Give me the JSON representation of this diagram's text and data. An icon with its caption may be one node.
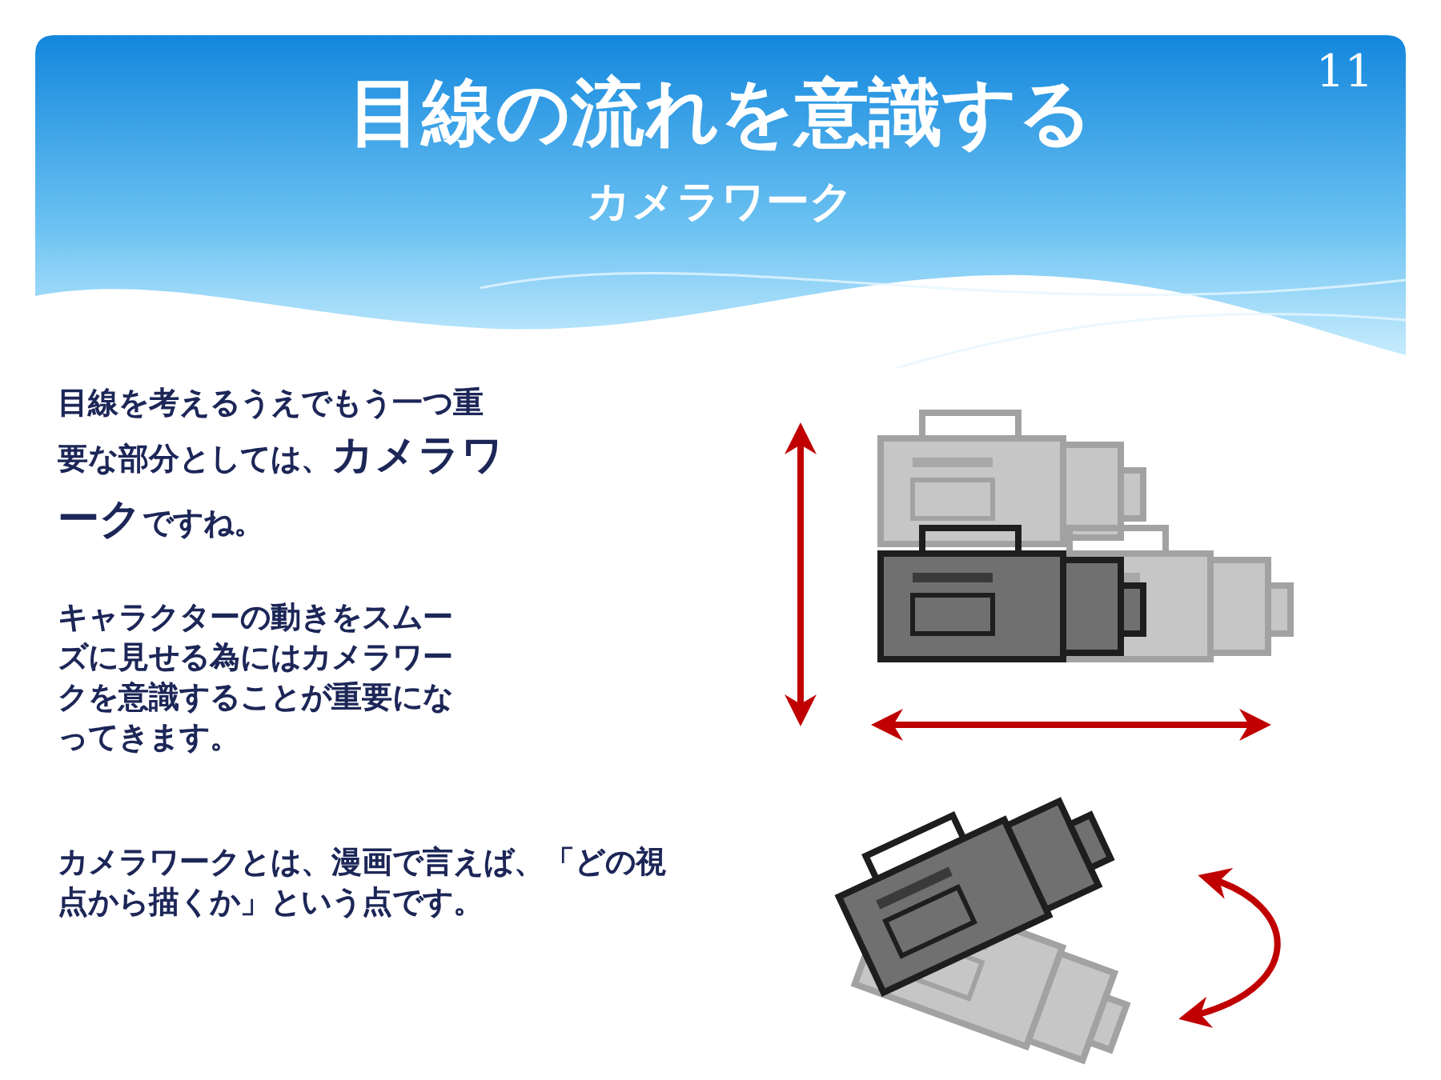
{
  "diagram": {
    "title": "目線の流れを意識する",
    "labels": [
      "11",
      "カメラワーク",
      "目線を考えるうえでもう一つ重要な部分としては、**カメラワーク**ですね。",
      "キャラクターの動きをスムーズに見せる為にはカメラワークを意識することが重要になってきます。",
      "カメラワークとは、漫画で言えば、「どの視点から描くか」という点です。"
    ]
  }
}
